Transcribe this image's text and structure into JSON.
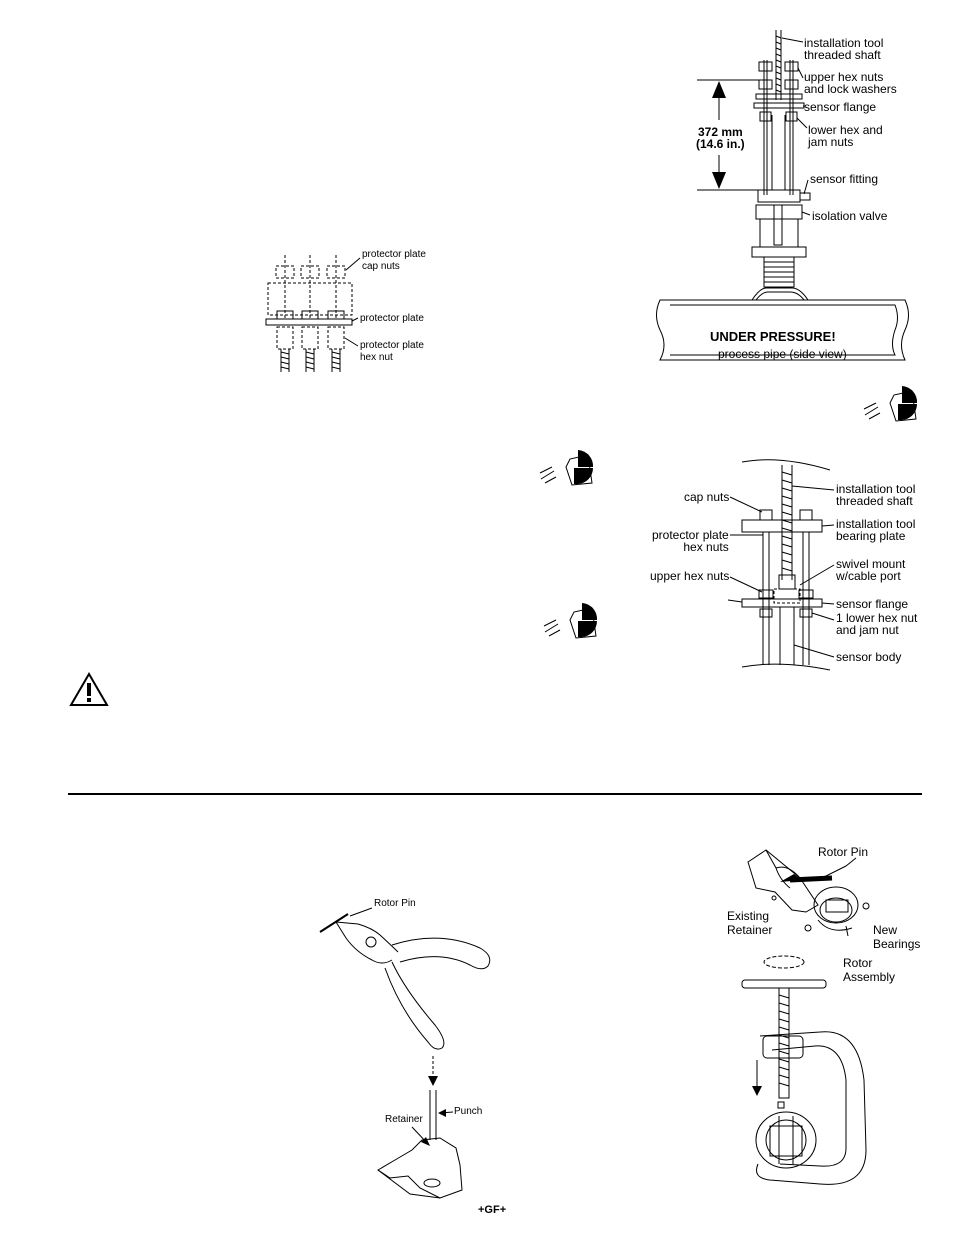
{
  "fig_protector": {
    "cap_nuts": "protector plate\ncap nuts",
    "plate": "protector plate",
    "hex_nut": "protector plate\nhex nut"
  },
  "fig_install": {
    "threaded_shaft": "installation tool\nthreaded shaft",
    "upper_hex": "upper hex nuts\nand lock washers",
    "sensor_flange": "sensor flange",
    "lower_hex": "lower hex and\njam nuts",
    "sensor_fitting": "sensor fitting",
    "isolation_valve": "isolation valve",
    "dimension": "372 mm\n(14.6 in.)",
    "warning": "UNDER PRESSURE!",
    "pipe": "process pipe (side view)"
  },
  "fig_bearing": {
    "cap_nuts": "cap nuts",
    "protector_hex": "protector plate\nhex nuts",
    "upper_hex": "upper hex nuts",
    "threaded_shaft": "installation tool\nthreaded shaft",
    "bearing_plate": "installation tool\nbearing plate",
    "swivel": "swivel mount\nw/cable port",
    "sensor_flange": "sensor flange",
    "lower_hex": "1 lower hex nut\nand jam nut",
    "sensor_body": "sensor body"
  },
  "fig_pliers": {
    "rotor_pin": "Rotor Pin",
    "retainer": "Retainer",
    "punch": "Punch"
  },
  "fig_rotor": {
    "rotor_pin": "Rotor Pin",
    "existing_retainer": "Existing\nRetainer",
    "new_bearings": "New\nBearings",
    "rotor_assembly": "Rotor\nAssembly"
  },
  "footer": "+GF+",
  "icons": [
    "wear-eye-protection-icon",
    "wear-eye-protection-icon",
    "wear-eye-protection-icon",
    "caution-triangle-icon"
  ]
}
